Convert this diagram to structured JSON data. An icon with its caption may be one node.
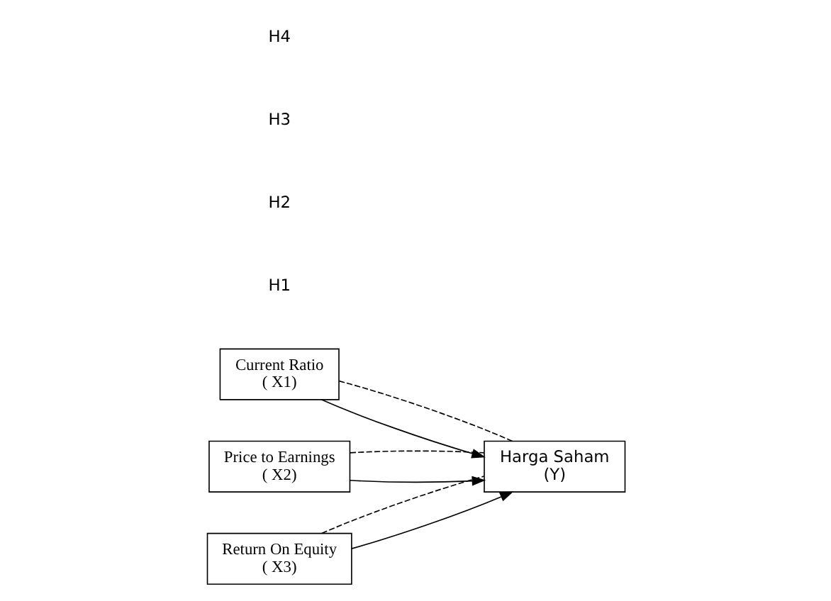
{
  "diagram": {
    "nodes": [
      {
        "text": [
          "Current Ratio",
          "( X1)"
        ]
      },
      {
        "text": [
          "Price to Earnings",
          "( X2)"
        ]
      },
      {
        "text": [
          "Return On Equity",
          "( X3)"
        ]
      },
      {
        "text": [
          "Harga Saham",
          "(Y)"
        ]
      }
    ],
    "edges": [
      {
        "from": 0,
        "to": 3,
        "arrow": "to"
      },
      {
        "from": 1,
        "to": 3,
        "arrow": "to"
      },
      {
        "from": 2,
        "to": 3,
        "arrow": "to"
      },
      {
        "from": 0,
        "to": 3,
        "arrow": "none",
        "style": "dashed"
      },
      {
        "from": 1,
        "to": 3,
        "arrow": "none",
        "style": "dashed"
      },
      {
        "from": 2,
        "to": 3,
        "arrow": "none",
        "style": "dashed"
      }
    ],
    "labels": [
      "H1",
      "H2",
      "H3",
      "H4"
    ]
  }
}
